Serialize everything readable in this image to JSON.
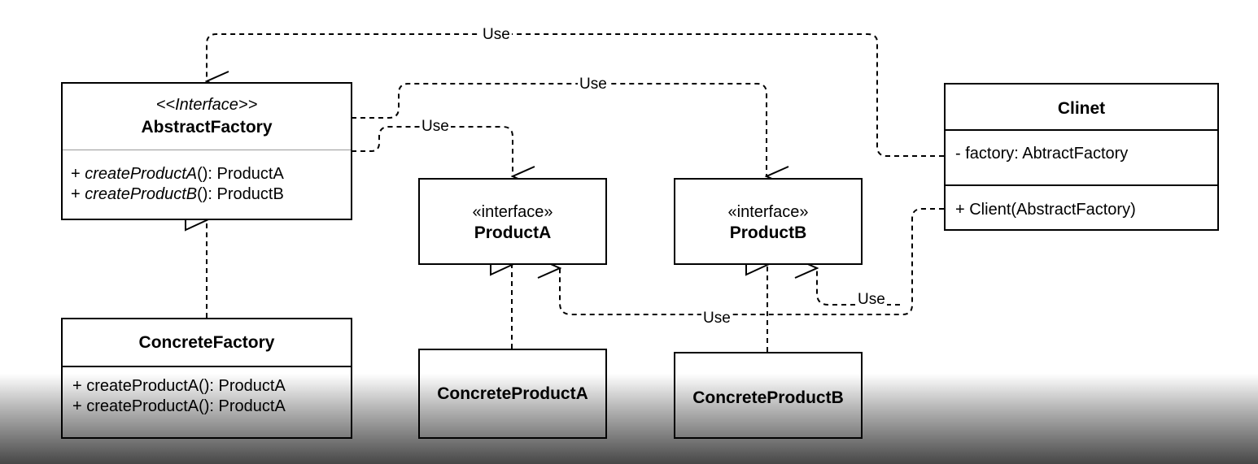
{
  "connector_label": "Use",
  "abstract_factory": {
    "stereotype": "<<Interface>>",
    "name": "AbstractFactory",
    "ops": [
      {
        "prefix": "+ ",
        "method": "createProductA",
        "suffix": "(): ProductA"
      },
      {
        "prefix": "+ ",
        "method": "createProductB",
        "suffix": "(): ProductB"
      }
    ]
  },
  "concrete_factory": {
    "name": "ConcreteFactory",
    "ops": [
      "+ createProductA(): ProductA",
      "+ createProductA(): ProductA"
    ]
  },
  "product_a": {
    "stereotype": "«interface»",
    "name": "ProductA"
  },
  "product_b": {
    "stereotype": "«interface»",
    "name": "ProductB"
  },
  "concrete_product_a": {
    "name": "ConcreteProductA"
  },
  "concrete_product_b": {
    "name": "ConcreteProductB"
  },
  "client": {
    "name": "Clinet",
    "attribute": "- factory: AbtractFactory",
    "operation": "+ Client(AbstractFactory)"
  }
}
